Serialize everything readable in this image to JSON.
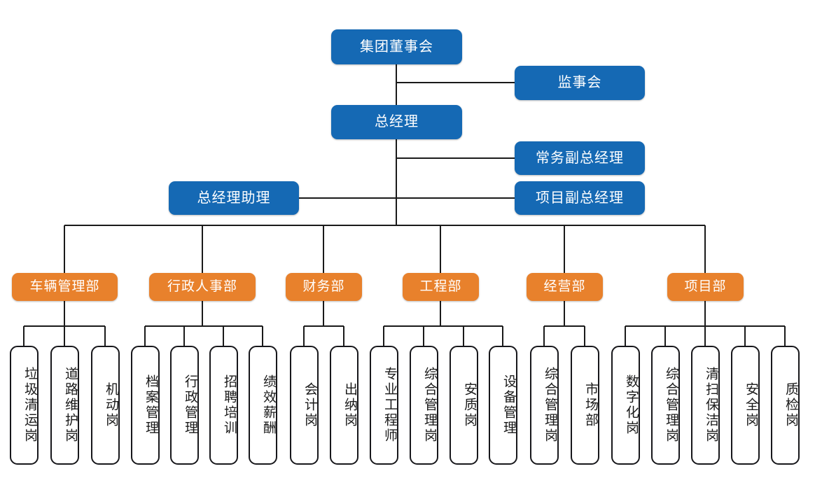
{
  "chart_type": "organization-chart",
  "colors": {
    "executive_box": "#1569b4",
    "department_box": "#e8812c",
    "position_box_border": "#17171b",
    "position_box_fill": "#ffffff",
    "connector_line": "#1a1a1a",
    "background": "#ffffff"
  },
  "executive": {
    "board": "集团董事会",
    "supervisory": "监事会",
    "general_manager": "总经理",
    "executive_deputy": "常务副总经理",
    "project_deputy": "项目副总经理",
    "gm_assistant": "总经理助理"
  },
  "departments": [
    {
      "name": "车辆管理部",
      "positions": [
        "垃圾清运岗",
        "道路维护岗",
        "机动岗"
      ]
    },
    {
      "name": "行政人事部",
      "positions": [
        "档案管理",
        "行政管理",
        "招聘培训",
        "绩效薪酬"
      ]
    },
    {
      "name": "财务部",
      "positions": [
        "会计岗",
        "出纳岗"
      ]
    },
    {
      "name": "工程部",
      "positions": [
        "专业工程师",
        "综合管理岗",
        "安质岗",
        "设备管理"
      ]
    },
    {
      "name": "经营部",
      "positions": [
        "综合管理岗",
        "市场部"
      ]
    },
    {
      "name": "项目部",
      "positions": [
        "数字化岗",
        "综合管理岗",
        "清扫保洁岗",
        "安全岗",
        "质检岗"
      ]
    }
  ]
}
